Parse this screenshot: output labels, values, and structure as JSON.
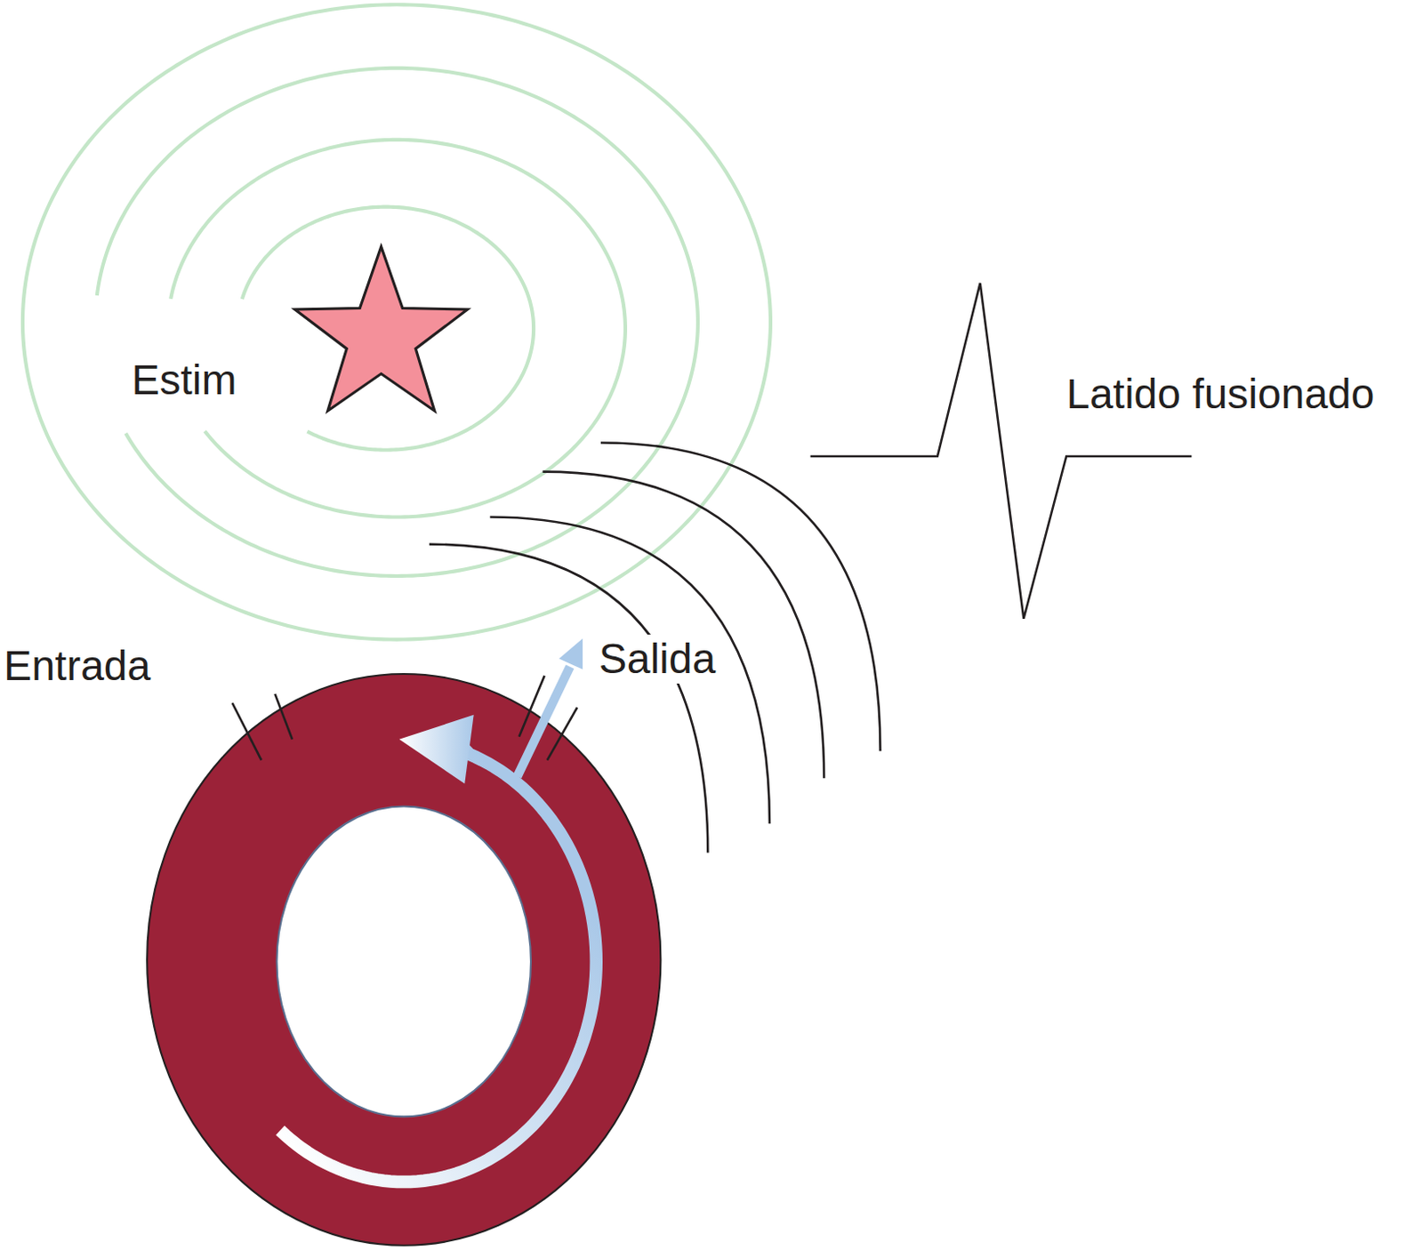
{
  "diagram": {
    "labels": [
      "Estim",
      "Entrada",
      "Salida",
      "Latido fusionado"
    ]
  }
}
